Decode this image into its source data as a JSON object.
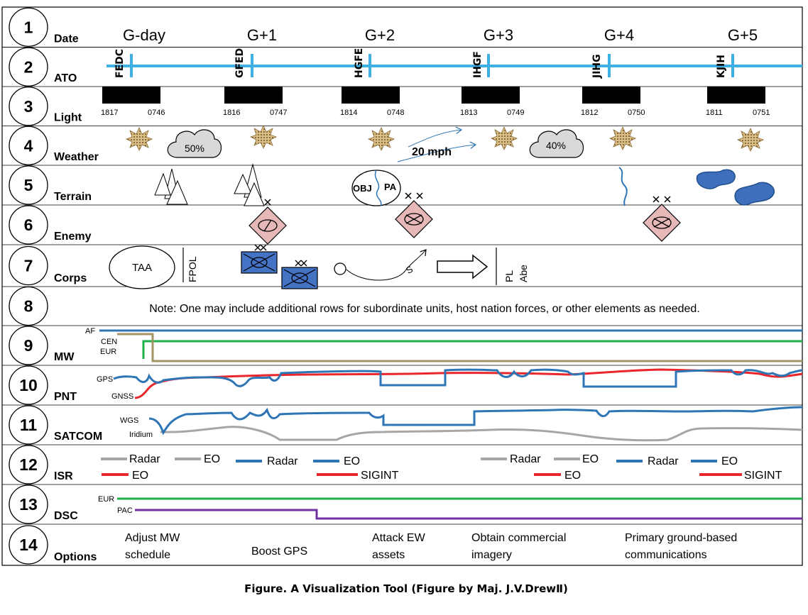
{
  "rows": [
    {
      "num": "1",
      "label": "Date"
    },
    {
      "num": "2",
      "label": "ATO"
    },
    {
      "num": "3",
      "label": "Light"
    },
    {
      "num": "4",
      "label": "Weather"
    },
    {
      "num": "5",
      "label": "Terrain"
    },
    {
      "num": "6",
      "label": "Enemy"
    },
    {
      "num": "7",
      "label": "Corps"
    },
    {
      "num": "8",
      "label": ""
    },
    {
      "num": "9",
      "label": "MW"
    },
    {
      "num": "10",
      "label": "PNT"
    },
    {
      "num": "11",
      "label": "SATCOM"
    },
    {
      "num": "12",
      "label": "ISR"
    },
    {
      "num": "13",
      "label": "DSC"
    },
    {
      "num": "14",
      "label": "Options"
    }
  ],
  "dates": [
    "G-day",
    "G+1",
    "G+2",
    "G+3",
    "G+4",
    "G+5"
  ],
  "ato_codes": [
    "FEDC",
    "GFED",
    "HGFE",
    "IHGF",
    "JIHG",
    "KJIH"
  ],
  "light": [
    {
      "sunset": "1817",
      "sunrise": "0746"
    },
    {
      "sunset": "1816",
      "sunrise": "0747"
    },
    {
      "sunset": "1814",
      "sunrise": "0748"
    },
    {
      "sunset": "1813",
      "sunrise": "0749"
    },
    {
      "sunset": "1812",
      "sunrise": "0750"
    },
    {
      "sunset": "1811",
      "sunrise": "0751"
    }
  ],
  "weather": {
    "cloud1": "50%",
    "cloud2": "40%",
    "wind": "20 mph"
  },
  "terrain": {
    "obj_label": "OBJ",
    "pa_label": "PA"
  },
  "corps": {
    "taa": "TAA",
    "fpol": "FPOL",
    "pl_line": "PL",
    "pl_name": "Abe"
  },
  "note": "Note: One may include additional rows for subordinate units, host nation forces, or other elements as needed.",
  "mw": {
    "af": "AF",
    "cen": "CEN",
    "eur": "EUR"
  },
  "pnt": {
    "gps": "GPS",
    "gnss": "GNSS"
  },
  "satcom": {
    "wgs": "WGS",
    "iridium": "Iridium"
  },
  "isr": {
    "top": [
      "Radar",
      "EO",
      "Radar",
      "EO",
      "Radar",
      "EO",
      "Radar",
      "EO"
    ],
    "bottom": [
      "EO",
      "SIGINT",
      "EO",
      "SIGINT"
    ]
  },
  "dsc": {
    "eur": "EUR",
    "pac": "PAC"
  },
  "options": [
    {
      "line1": "Adjust MW",
      "line2": "schedule"
    },
    {
      "line1": "Boost GPS",
      "line2": ""
    },
    {
      "line1": "Attack EW",
      "line2": "assets"
    },
    {
      "line1": "Obtain commercial",
      "line2": "imagery"
    },
    {
      "line1": "Primary ground-based",
      "line2": "communications"
    }
  ],
  "caption": "Figure. A Visualization Tool  (Figure by Maj. J.V.DrewⅡ)",
  "colors": {
    "ato_blue": "#3fb0e3",
    "line_blue": "#2e75b6",
    "line_green": "#1fb04a",
    "line_olive": "#a39566",
    "line_red": "#e8262b",
    "line_gray": "#a6a6a6",
    "line_purple": "#7030a0",
    "enemy_fill": "#e6b8b8",
    "friendly_fill": "#4472c4",
    "terrain_blue": "#3d6fbd"
  }
}
